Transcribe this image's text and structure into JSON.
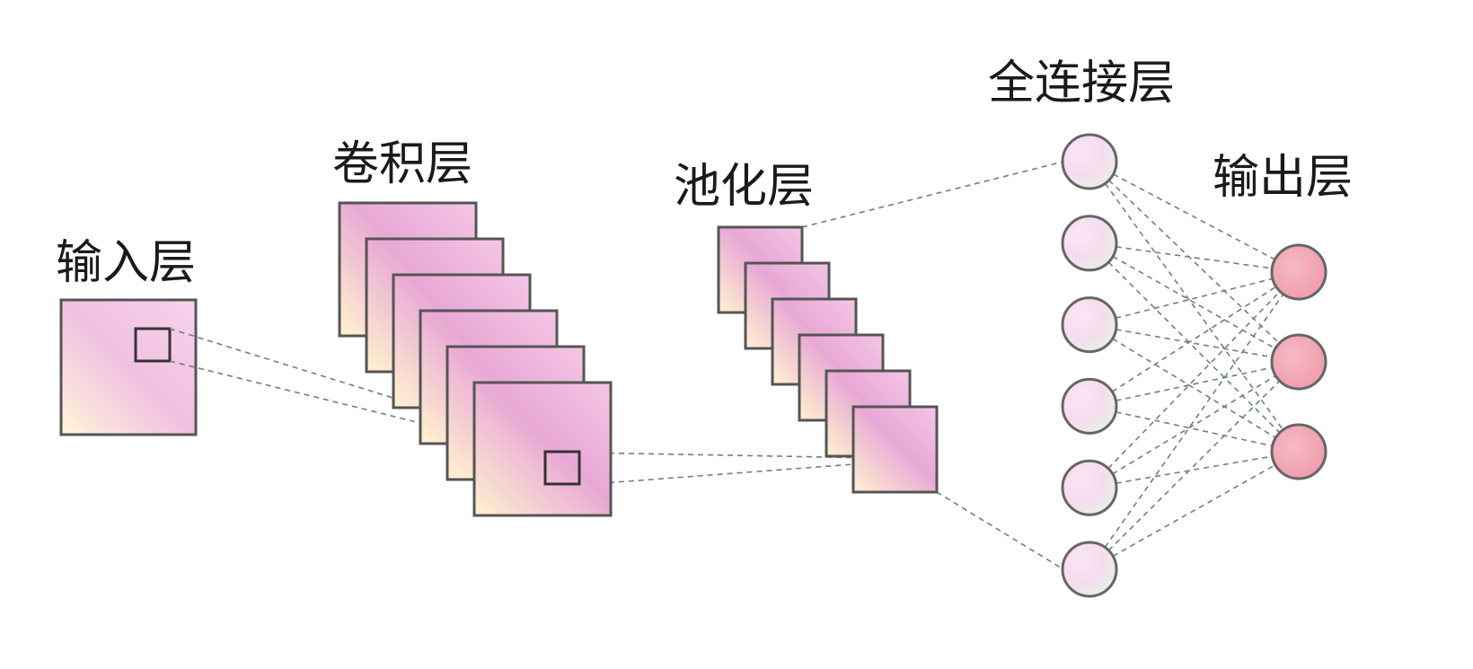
{
  "labels": {
    "input": "输入层",
    "conv": "卷积层",
    "pool": "池化层",
    "fc": "全连接层",
    "output": "输出层"
  },
  "structure": {
    "conv_feature_maps": 6,
    "pool_feature_maps": 6,
    "fc_neurons": 6,
    "output_neurons": 3
  },
  "colors": {
    "map_pink": "#e9a9d6",
    "map_cream": "#fff4cf",
    "fc_node_pink": "#f7d9ef",
    "fc_node_green": "#e6f4ea",
    "output_node": "#f2a7b5",
    "stroke": "#555555",
    "dash": "#6f7f80"
  }
}
